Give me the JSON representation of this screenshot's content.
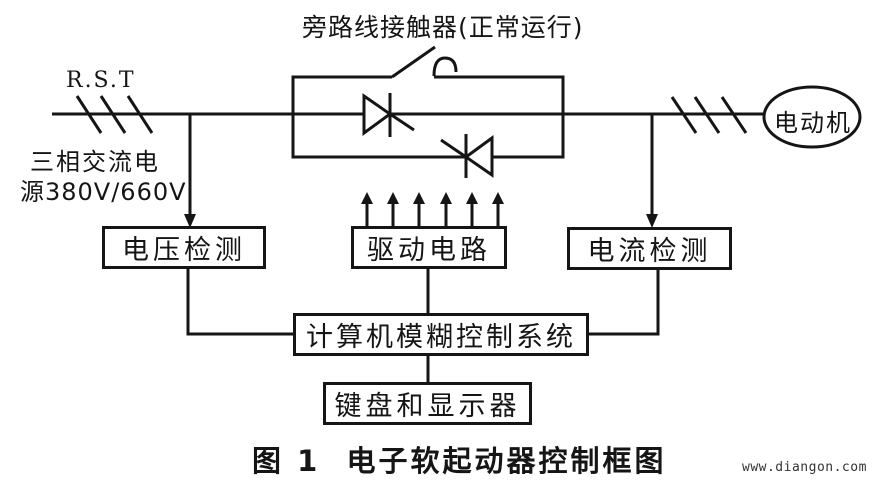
{
  "diagram": {
    "bypass_label": "旁路线接触器(正常运行)",
    "phase_label": "R.S.T",
    "source_line1": "三相交流电",
    "source_line2": "源380V/660V",
    "motor_label": "电动机",
    "blocks": {
      "voltage_detect": "电压检测",
      "drive_circuit": "驱动电路",
      "current_detect": "电流检测",
      "fuzzy_control": "计算机模糊控制系统",
      "keyboard_display": "键盘和显示器"
    },
    "caption": "图 1  电子软起动器控制框图",
    "watermark": "www.diangon.com"
  }
}
